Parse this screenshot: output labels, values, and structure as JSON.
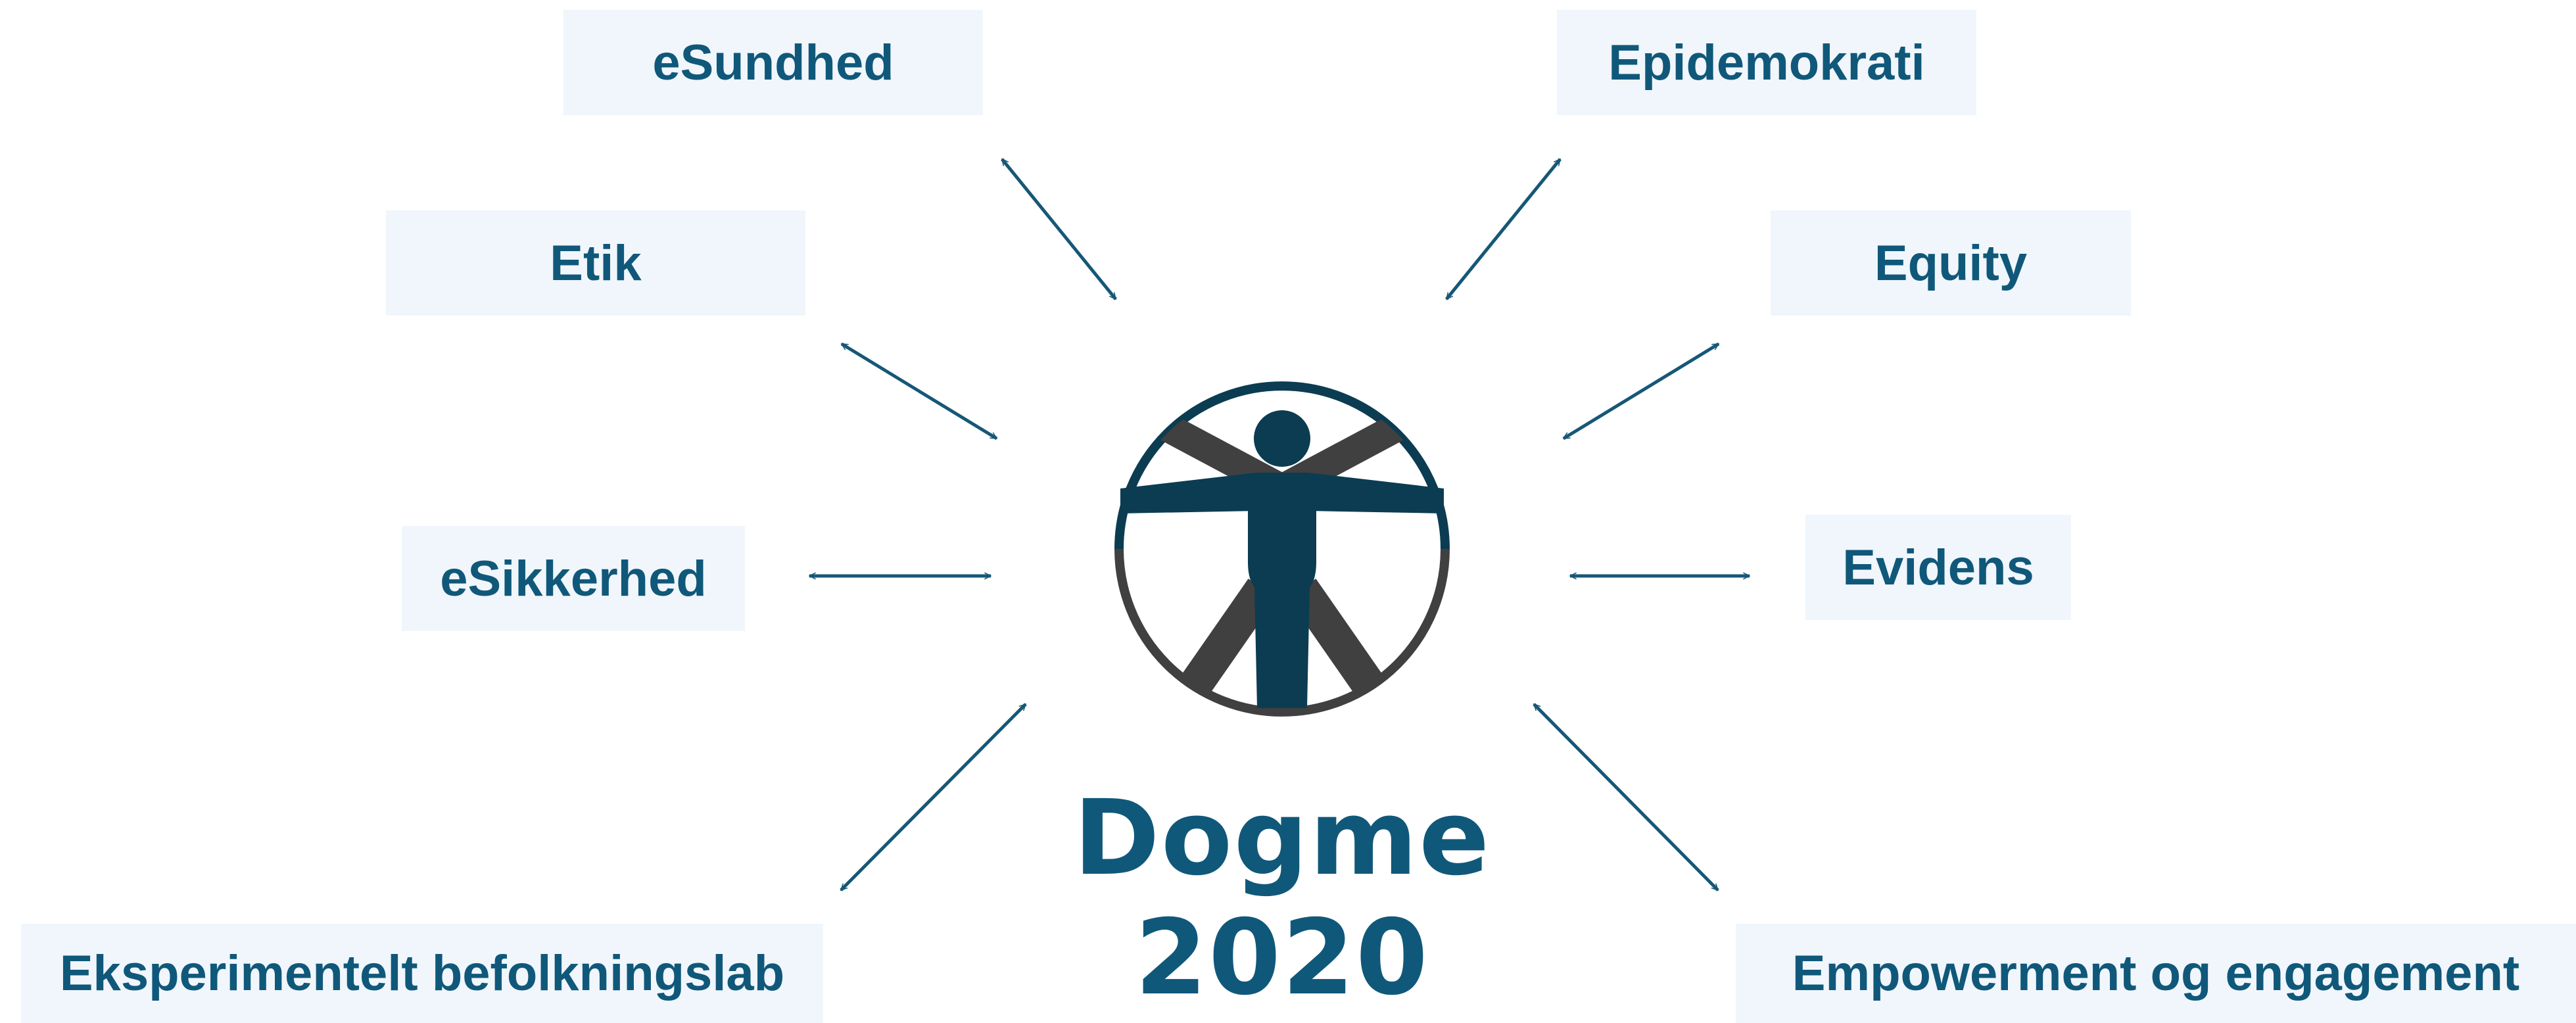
{
  "diagram": {
    "center": {
      "title_line1": "Dogme",
      "title_line2": "2020"
    },
    "nodes": [
      {
        "id": "esundhed",
        "label": "eSundhed"
      },
      {
        "id": "epidemokrati",
        "label": "Epidemokrati"
      },
      {
        "id": "etik",
        "label": "Etik"
      },
      {
        "id": "equity",
        "label": "Equity"
      },
      {
        "id": "esikkerhed",
        "label": "eSikkerhed"
      },
      {
        "id": "evidens",
        "label": "Evidens"
      },
      {
        "id": "befolkningslab",
        "label": "Eksperimentelt befolkningslab"
      },
      {
        "id": "empowerment",
        "label": "Empowerment og engagement"
      }
    ],
    "connections": [
      {
        "from": "center",
        "to": "esundhed",
        "direction": "both"
      },
      {
        "from": "center",
        "to": "epidemokrati",
        "direction": "both"
      },
      {
        "from": "center",
        "to": "etik",
        "direction": "both"
      },
      {
        "from": "center",
        "to": "equity",
        "direction": "both"
      },
      {
        "from": "center",
        "to": "esikkerhed",
        "direction": "both"
      },
      {
        "from": "center",
        "to": "evidens",
        "direction": "both"
      },
      {
        "from": "center",
        "to": "befolkningslab",
        "direction": "both"
      },
      {
        "from": "center",
        "to": "empowerment",
        "direction": "both"
      }
    ]
  },
  "colors": {
    "label_text": "#10587a",
    "label_background": "#f0f6fb",
    "arrow": "#165777",
    "logo_dark": "#0b3c52",
    "logo_gray": "#404040"
  },
  "icons": {
    "logo": "vitruvian-man-icon",
    "connector": "double-headed-arrow"
  }
}
